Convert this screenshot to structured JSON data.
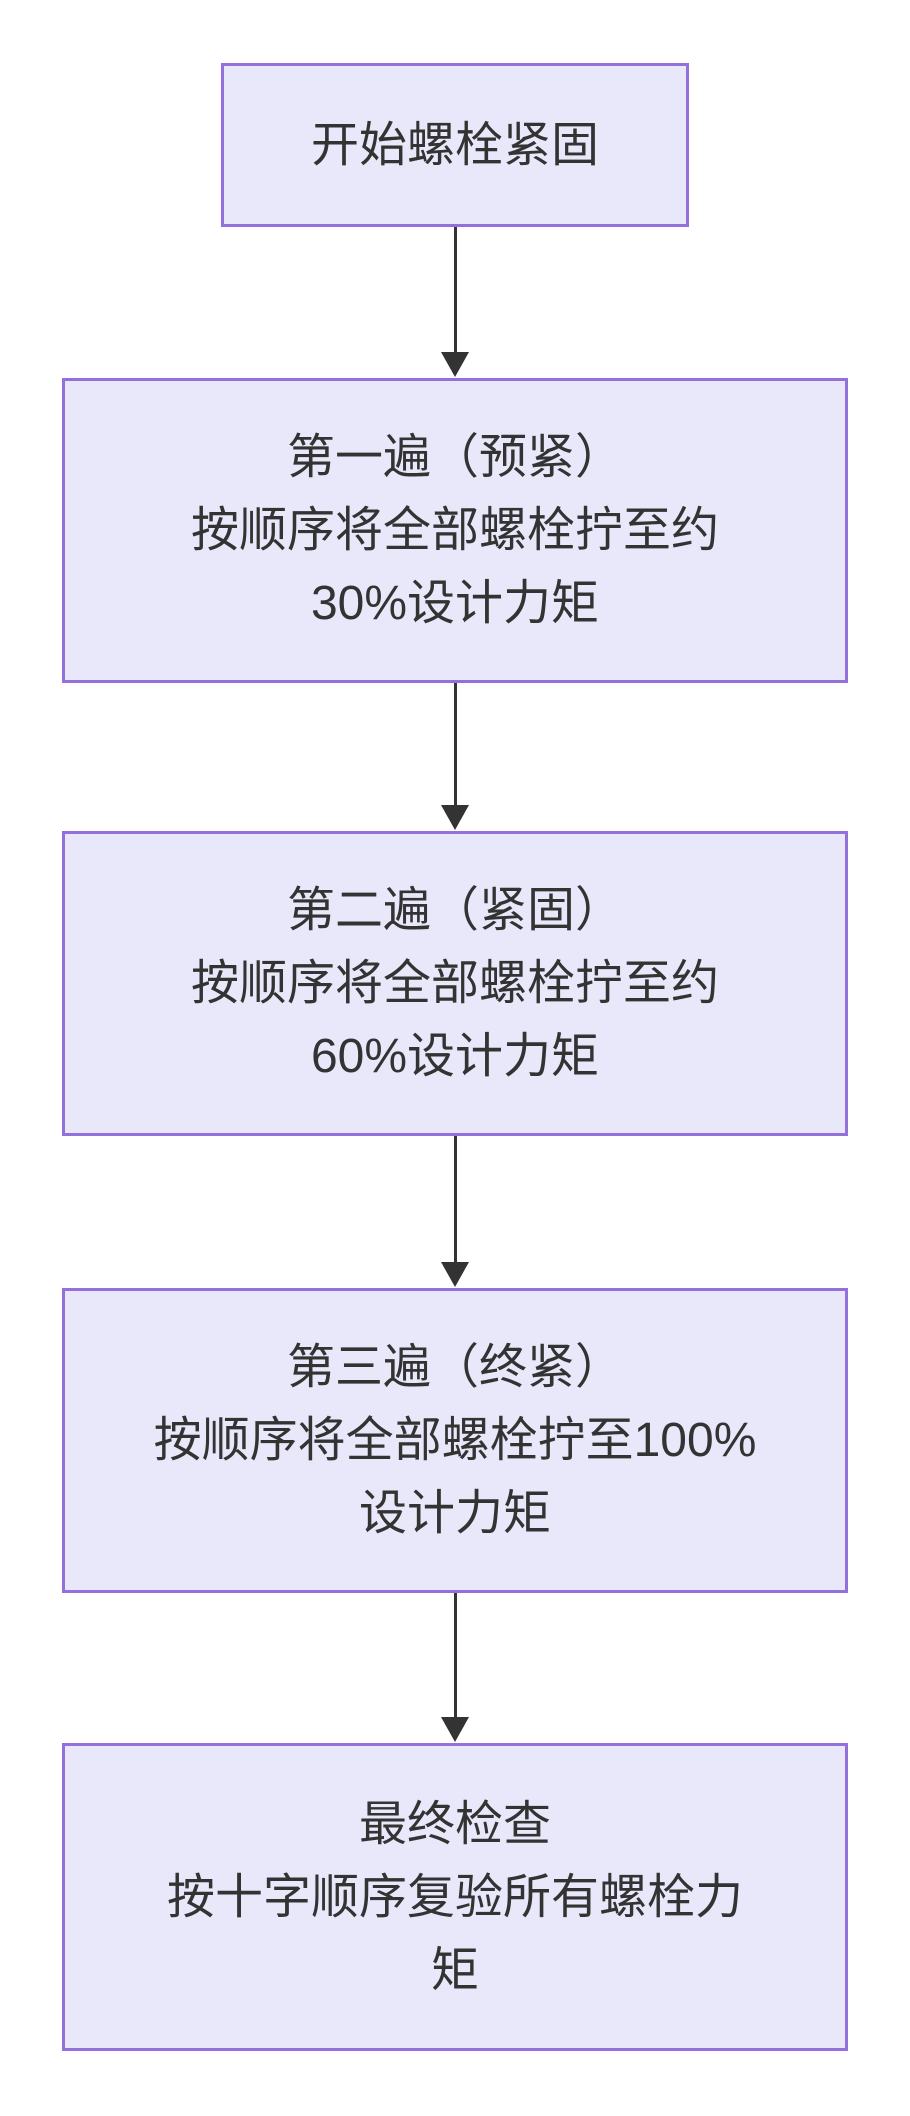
{
  "flowchart": {
    "type": "vertical-flowchart",
    "colors": {
      "background": "#FFFFFF",
      "node_fill": "#E9E8FA",
      "node_border": "#9370DB",
      "text": "#333333",
      "arrow": "#333333"
    },
    "nodes": [
      {
        "id": "start",
        "lines": [
          "开始螺栓紧固"
        ]
      },
      {
        "id": "pass-1",
        "lines": [
          "第一遍（预紧）",
          "按顺序将全部螺栓拧至约",
          "30%设计力矩"
        ]
      },
      {
        "id": "pass-2",
        "lines": [
          "第二遍（紧固）",
          "按顺序将全部螺栓拧至约",
          "60%设计力矩"
        ]
      },
      {
        "id": "pass-3",
        "lines": [
          "第三遍（终紧）",
          "按顺序将全部螺栓拧至100%",
          "设计力矩"
        ]
      },
      {
        "id": "final-check",
        "lines": [
          "最终检查",
          "按十字顺序复验所有螺栓力",
          "矩"
        ]
      }
    ],
    "connectors": [
      {
        "from": "start",
        "to": "pass-1"
      },
      {
        "from": "pass-1",
        "to": "pass-2"
      },
      {
        "from": "pass-2",
        "to": "pass-3"
      },
      {
        "from": "pass-3",
        "to": "final-check"
      }
    ]
  }
}
